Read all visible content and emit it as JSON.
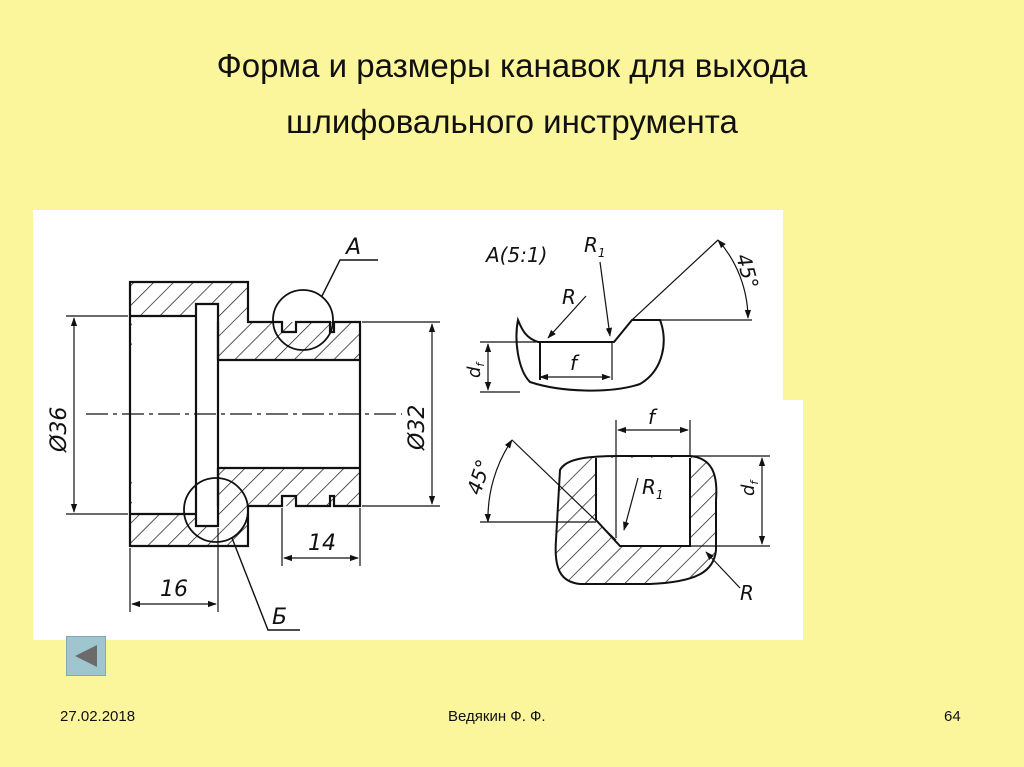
{
  "slide": {
    "title_line1": "Форма и размеры канавок для выхода",
    "title_line2": "шлифовального инструмента",
    "footer_date": "27.02.2018",
    "footer_author": "Ведякин Ф. Ф.",
    "footer_page": "64",
    "back_button_icon": "triangle-left-icon"
  },
  "drawing": {
    "dim_diameter_36": "Ø36",
    "dim_diameter_32": "Ø32",
    "dim_16": "16",
    "dim_14": "14",
    "label_A": "А",
    "label_B": "Б",
    "detail_A_label": "А(5:1)",
    "label_R": "R",
    "label_R1": "R",
    "label_R1_sub": "1",
    "label_f": "f",
    "label_df": "d",
    "label_df_sub": "f",
    "label_angle": "45°"
  },
  "colors": {
    "background": "#FBF69C",
    "panel": "#FFFFFF",
    "ink": "#111111",
    "button": "#9FC5CF"
  }
}
